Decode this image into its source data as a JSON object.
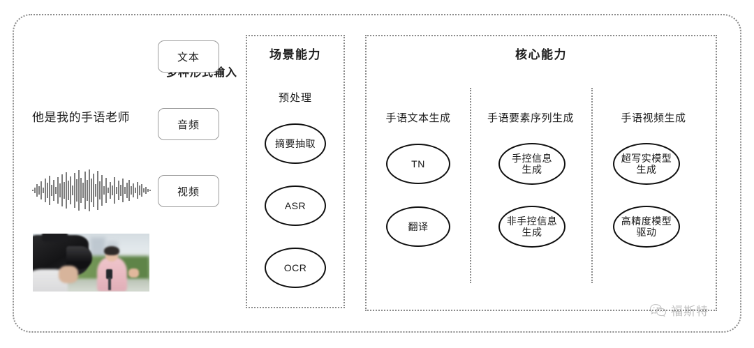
{
  "input_section": {
    "title": "多种形式输入",
    "sample_text": "他是我的手语老师",
    "waveform_name": "audio-waveform",
    "video_thumb_name": "video-thumbnail",
    "modalities": [
      {
        "label": "文本",
        "icon": "text-icon"
      },
      {
        "label": "音频",
        "icon": "audio-icon"
      },
      {
        "label": "视频",
        "icon": "video-icon"
      }
    ]
  },
  "scene_section": {
    "title": "场景能力",
    "subtitle": "预处理",
    "nodes": [
      {
        "label": "摘要抽取"
      },
      {
        "label": "ASR"
      },
      {
        "label": "OCR"
      }
    ]
  },
  "core_section": {
    "title": "核心能力",
    "columns": [
      {
        "header": "手语文本生成",
        "nodes": [
          {
            "label": "TN"
          },
          {
            "label": "翻译"
          }
        ]
      },
      {
        "header": "手语要素序列生成",
        "nodes": [
          {
            "line1": "手控信息",
            "line2": "生成"
          },
          {
            "line1": "非手控信息",
            "line2": "生成"
          }
        ]
      },
      {
        "header": "手语视频生成",
        "nodes": [
          {
            "line1": "超写实模型",
            "line2": "生成"
          },
          {
            "line1": "高精度模型",
            "line2": "驱动"
          }
        ]
      }
    ]
  },
  "watermark": {
    "text": "福斯特",
    "icon": "wechat-icon"
  },
  "colors": {
    "border_dotted": "#8a8a8a",
    "node_stroke": "#0f0f0f",
    "pill_stroke": "#9b9b9b",
    "text": "#1d1d1d",
    "background": "#ffffff"
  }
}
